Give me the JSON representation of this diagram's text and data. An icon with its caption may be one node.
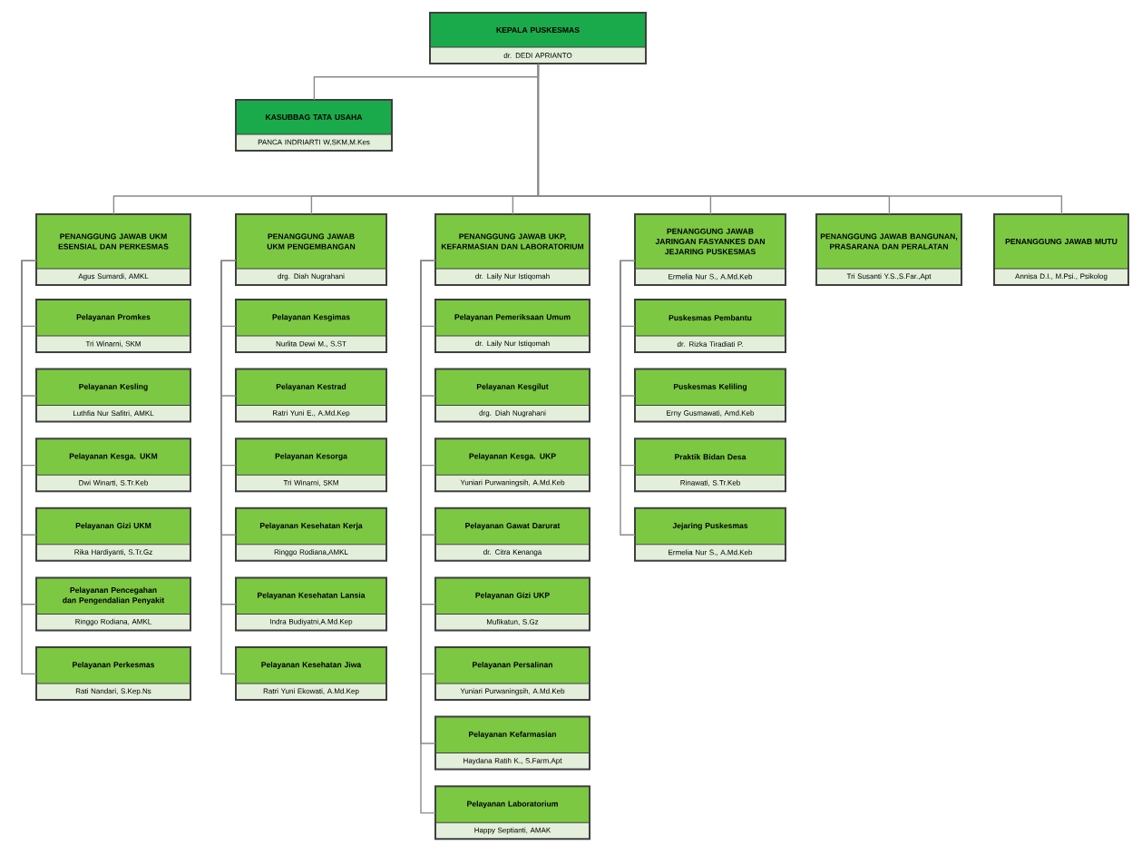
{
  "diagram": {
    "nodes": [
      {
        "text": [
          "KEPALA PUSKESMAS",
          "dr. DEDI APRIANTO"
        ]
      },
      {
        "text": [
          "KASUBBAG TATA USAHA",
          "PANCA INDRIARTI W,SKM,M.Kes"
        ]
      },
      {
        "text": [
          "PENANGGUNG JAWAB UKM ESENSIAL DAN PERKESMAS",
          "Agus Sumardi, AMKL"
        ]
      },
      {
        "text": [
          "Pelayanan Promkes",
          "Tri Winarni, SKM"
        ]
      },
      {
        "text": [
          "Pelayanan Kesling",
          "Luthfia Nur Safitri, AMKL"
        ]
      },
      {
        "text": [
          "Pelayanan Kesga. UKM",
          "Dwi Winarti, S.Tr.Keb"
        ]
      },
      {
        "text": [
          "Pelayanan Gizi UKM",
          "Rika Hardiyanti, S.Tr.Gz"
        ]
      },
      {
        "text": [
          "Pelayanan Pencegahan dan Pengendalian Penyakit",
          "Ringgo Rodiana, AMKL"
        ]
      },
      {
        "text": [
          "Pelayanan Perkesmas",
          "Rati Nandari, S.Kep.Ns"
        ]
      },
      {
        "text": [
          "PENANGGUNG JAWAB UKM PENGEMBANGAN",
          "drg. Diah Nugrahani"
        ]
      },
      {
        "text": [
          "Pelayanan Kesgimas",
          "Nurlita Dewi M., S.ST"
        ]
      },
      {
        "text": [
          "Pelayanan Kestrad",
          "Ratri Yuni E., A.Md.Kep"
        ]
      },
      {
        "text": [
          "Pelayanan Kesorga",
          "Tri Winarni, SKM"
        ]
      },
      {
        "text": [
          "Pelayanan Kesehatan Kerja",
          "Ringgo Rodiana,AMKL"
        ]
      },
      {
        "text": [
          "Pelayanan Kesehatan Lansia",
          "Indra Budiyatni,A.Md.Kep"
        ]
      },
      {
        "text": [
          "Pelayanan Kesehatan Jiwa",
          "Ratri Yuni Ekowati, A.Md.Kep"
        ]
      },
      {
        "text": [
          "PENANGGUNG JAWAB UKP, KEFARMASIAN DAN LABORATORIUM",
          "dr. Laily Nur Istiqomah"
        ]
      },
      {
        "text": [
          "Pelayanan Pemeriksaan Umum",
          "dr. Laily Nur Istiqomah"
        ]
      },
      {
        "text": [
          "Pelayanan Kesgilut",
          "drg. Diah Nugrahani"
        ]
      },
      {
        "text": [
          "Pelayanan Kesga. UKP",
          "Yuniari Purwaningsih, A.Md.Keb"
        ]
      },
      {
        "text": [
          "Pelayanan Gawat Darurat",
          "dr. Citra Kenanga"
        ]
      },
      {
        "text": [
          "Pelayanan Gizi UKP",
          "Mufikatun, S.Gz"
        ]
      },
      {
        "text": [
          "Pelayanan Persalinan",
          "Yuniari Purwaningsih, A.Md.Keb"
        ]
      },
      {
        "text": [
          "Pelayanan Kefarmasian",
          "Haydana Ratih K., S.Farm.Apt"
        ]
      },
      {
        "text": [
          "Pelayanan Laboratorium",
          "Happy Septianti, AMAK"
        ]
      },
      {
        "text": [
          "PENANGGUNG JAWAB JARINGAN FASYANKES DAN JEJARING PUSKESMAS",
          "Ermelia Nur S., A.Md.Keb"
        ]
      },
      {
        "text": [
          "Puskesmas Pembantu",
          "dr. Rizka Tiradiati P."
        ]
      },
      {
        "text": [
          "Puskesmas Keliling",
          "Erny Gusmawati, Amd.Keb"
        ]
      },
      {
        "text": [
          "Praktik Bidan Desa",
          "Rinawati, S.Tr.Keb"
        ]
      },
      {
        "text": [
          "Jejaring Puskesmas",
          "Ermelia Nur S., A.Md.Keb"
        ]
      },
      {
        "text": [
          "PENANGGUNG JAWAB BANGUNAN, PRASARANA DAN PERALATAN",
          "Tri Susanti Y.S.,S.Far.,Apt"
        ]
      },
      {
        "text": [
          "PENANGGUNG JAWAB MUTU",
          "Annisa D.I., M.Psi., Psikolog"
        ]
      }
    ],
    "edges": [
      {
        "from": 0,
        "to": 1,
        "arrow": "none"
      },
      {
        "from": 0,
        "to": 2,
        "arrow": "none"
      },
      {
        "from": 0,
        "to": 9,
        "arrow": "none"
      },
      {
        "from": 0,
        "to": 16,
        "arrow": "none"
      },
      {
        "from": 0,
        "to": 25,
        "arrow": "none"
      },
      {
        "from": 0,
        "to": 30,
        "arrow": "none"
      },
      {
        "from": 0,
        "to": 31,
        "arrow": "none"
      },
      {
        "from": 2,
        "to": 3,
        "arrow": "none"
      },
      {
        "from": 2,
        "to": 4,
        "arrow": "none"
      },
      {
        "from": 2,
        "to": 5,
        "arrow": "none"
      },
      {
        "from": 2,
        "to": 6,
        "arrow": "none"
      },
      {
        "from": 2,
        "to": 7,
        "arrow": "none"
      },
      {
        "from": 2,
        "to": 8,
        "arrow": "none"
      },
      {
        "from": 9,
        "to": 10,
        "arrow": "none"
      },
      {
        "from": 9,
        "to": 11,
        "arrow": "none"
      },
      {
        "from": 9,
        "to": 12,
        "arrow": "none"
      },
      {
        "from": 9,
        "to": 13,
        "arrow": "none"
      },
      {
        "from": 9,
        "to": 14,
        "arrow": "none"
      },
      {
        "from": 9,
        "to": 15,
        "arrow": "none"
      },
      {
        "from": 16,
        "to": 17,
        "arrow": "none"
      },
      {
        "from": 16,
        "to": 18,
        "arrow": "none"
      },
      {
        "from": 16,
        "to": 19,
        "arrow": "none"
      },
      {
        "from": 16,
        "to": 20,
        "arrow": "none"
      },
      {
        "from": 16,
        "to": 21,
        "arrow": "none"
      },
      {
        "from": 16,
        "to": 22,
        "arrow": "none"
      },
      {
        "from": 16,
        "to": 23,
        "arrow": "none"
      },
      {
        "from": 16,
        "to": 24,
        "arrow": "none"
      },
      {
        "from": 25,
        "to": 26,
        "arrow": "none"
      },
      {
        "from": 25,
        "to": 27,
        "arrow": "none"
      },
      {
        "from": 25,
        "to": 28,
        "arrow": "none"
      },
      {
        "from": 25,
        "to": 29,
        "arrow": "none"
      }
    ]
  }
}
